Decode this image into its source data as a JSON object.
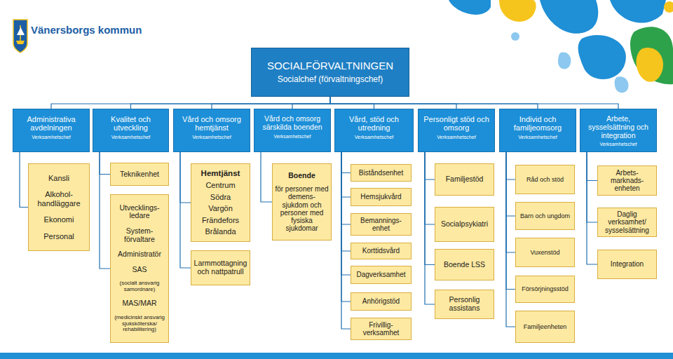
{
  "diagram": {
    "nodes": [
      {
        "text": [
          "SOCIALFÖRVALTNINGEN",
          "Socialchef (förvaltningschef)"
        ]
      },
      {
        "text": [
          "Administrativa avdelningen",
          "Verksamhetschef"
        ]
      },
      {
        "text": [
          "Kvalitet och utveckling",
          "Verksamhetschef"
        ]
      },
      {
        "text": [
          "Vård och omsorg hemtjänst",
          "Verksamhetschef"
        ]
      },
      {
        "text": [
          "Vård och omsorg särskilda boenden",
          "Verksamhetschef"
        ]
      },
      {
        "text": [
          "Vård, stöd och utredning",
          "Verksamhetschef"
        ]
      },
      {
        "text": [
          "Personligt stöd och omsorg",
          "Verksamhetschef"
        ]
      },
      {
        "text": [
          "Individ och familjeomsorg",
          "Verksamhetschef"
        ]
      },
      {
        "text": [
          "Arbete, sysselsättning och integration",
          "Verksamhetschef"
        ]
      },
      {
        "text": [
          "Kansli",
          "Alkohol- handläggare",
          "Ekonomi",
          "Personal"
        ]
      },
      {
        "text": [
          "Teknikenhet"
        ]
      },
      {
        "text": [
          "Utvecklings- ledare",
          "System- förvaltare",
          "Administratör",
          "SAS",
          "(socialt ansvarig samordnare)",
          "MAS/MAR",
          "(medicinskt ansvarig sjuksköterska/ rehabilitering)"
        ]
      },
      {
        "text": [
          "Hemtjänst",
          "Centrum",
          "Södra",
          "Vargön",
          "Frändefors",
          "Brålanda"
        ]
      },
      {
        "text": [
          "Larmmottagning och nattpatrull"
        ]
      },
      {
        "text": [
          "Boende",
          "för personer med demens- sjukdom och personer med fysiska sjukdomar"
        ]
      },
      {
        "text": [
          "Biståndsenhet"
        ]
      },
      {
        "text": [
          "Hemsjukvård"
        ]
      },
      {
        "text": [
          "Bemannings- enhet"
        ]
      },
      {
        "text": [
          "Korttidsvård"
        ]
      },
      {
        "text": [
          "Dagverksamhet"
        ]
      },
      {
        "text": [
          "Anhörigstöd"
        ]
      },
      {
        "text": [
          "Frivillig- verksamhet"
        ]
      },
      {
        "text": [
          "Familjestöd"
        ]
      },
      {
        "text": [
          "Socialpsykiatri"
        ]
      },
      {
        "text": [
          "Boende LSS"
        ]
      },
      {
        "text": [
          "Personlig assistans"
        ]
      },
      {
        "text": [
          "Råd och stöd"
        ]
      },
      {
        "text": [
          "Barn och ungdom"
        ]
      },
      {
        "text": [
          "Vuxenstöd"
        ]
      },
      {
        "text": [
          "Försörjningsstöd"
        ]
      },
      {
        "text": [
          "Familjeenheten"
        ]
      },
      {
        "text": [
          "Arbets- marknads- enheten"
        ]
      },
      {
        "text": [
          "Daglig verksamhet/ sysselsättning"
        ]
      },
      {
        "text": [
          "Integration"
        ]
      }
    ],
    "edges": [
      {
        "from": 0,
        "to": 1,
        "arrow": "none"
      },
      {
        "from": 0,
        "to": 2,
        "arrow": "none"
      },
      {
        "from": 0,
        "to": 3,
        "arrow": "none"
      },
      {
        "from": 0,
        "to": 4,
        "arrow": "none"
      },
      {
        "from": 0,
        "to": 5,
        "arrow": "none"
      },
      {
        "from": 0,
        "to": 6,
        "arrow": "none"
      },
      {
        "from": 0,
        "to": 7,
        "arrow": "none"
      },
      {
        "from": 0,
        "to": 8,
        "arrow": "none"
      },
      {
        "from": 1,
        "to": 9,
        "arrow": "none"
      },
      {
        "from": 2,
        "to": 10,
        "arrow": "none"
      },
      {
        "from": 2,
        "to": 11,
        "arrow": "none"
      },
      {
        "from": 3,
        "to": 12,
        "arrow": "none"
      },
      {
        "from": 3,
        "to": 13,
        "arrow": "none"
      },
      {
        "from": 4,
        "to": 14,
        "arrow": "none"
      },
      {
        "from": 5,
        "to": 15,
        "arrow": "none"
      },
      {
        "from": 5,
        "to": 16,
        "arrow": "none"
      },
      {
        "from": 5,
        "to": 17,
        "arrow": "none"
      },
      {
        "from": 5,
        "to": 18,
        "arrow": "none"
      },
      {
        "from": 5,
        "to": 19,
        "arrow": "none"
      },
      {
        "from": 5,
        "to": 20,
        "arrow": "none"
      },
      {
        "from": 5,
        "to": 21,
        "arrow": "none"
      },
      {
        "from": 6,
        "to": 22,
        "arrow": "none"
      },
      {
        "from": 6,
        "to": 23,
        "arrow": "none"
      },
      {
        "from": 6,
        "to": 24,
        "arrow": "none"
      },
      {
        "from": 6,
        "to": 25,
        "arrow": "none"
      },
      {
        "from": 7,
        "to": 26,
        "arrow": "none"
      },
      {
        "from": 7,
        "to": 27,
        "arrow": "none"
      },
      {
        "from": 7,
        "to": 28,
        "arrow": "none"
      },
      {
        "from": 7,
        "to": 29,
        "arrow": "none"
      },
      {
        "from": 7,
        "to": 30,
        "arrow": "none"
      },
      {
        "from": 8,
        "to": 31,
        "arrow": "none"
      },
      {
        "from": 8,
        "to": 32,
        "arrow": "none"
      },
      {
        "from": 8,
        "to": 33,
        "arrow": "none"
      }
    ],
    "labels": [
      "Vänersborgs kommun"
    ]
  }
}
